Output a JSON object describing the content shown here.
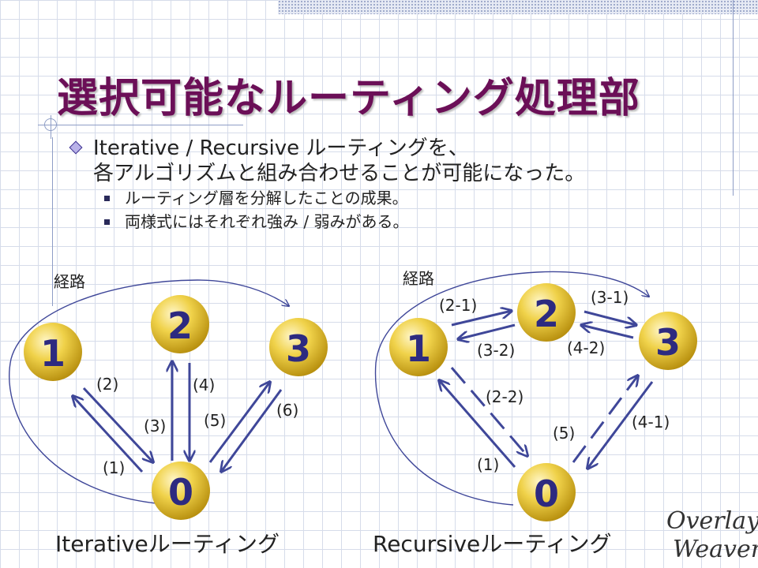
{
  "slide": {
    "title": "選択可能なルーティング処理部",
    "bullet_main": {
      "line1": "Iterative / Recursive ルーティングを、",
      "line2": "各アルゴリズムと組み合わせることが可能になった。"
    },
    "sub_bullets": [
      "ルーティング層を分解したことの成果。",
      "両様式にはそれぞれ強み / 弱みがある。"
    ],
    "logo": {
      "line1": "Overlay",
      "line2": "Weaver"
    }
  },
  "diagrams": [
    {
      "caption": "Iterativeルーティング",
      "path_label": "経路",
      "nodes": [
        "1",
        "2",
        "3",
        "0"
      ],
      "edge_labels": [
        "(1)",
        "(2)",
        "(3)",
        "(4)",
        "(5)",
        "(6)"
      ]
    },
    {
      "caption": "Recursiveルーティング",
      "path_label": "経路",
      "nodes": [
        "1",
        "2",
        "3",
        "0"
      ],
      "edge_labels": [
        "(1)",
        "(2-1)",
        "(2-2)",
        "(3-1)",
        "(3-2)",
        "(4-1)",
        "(4-2)",
        "(5)"
      ]
    }
  ],
  "colors": {
    "title": "#6b0f57",
    "arrow": "#3f4799",
    "node_fill": "#e8c93c",
    "node_edge": "#b08a16"
  }
}
